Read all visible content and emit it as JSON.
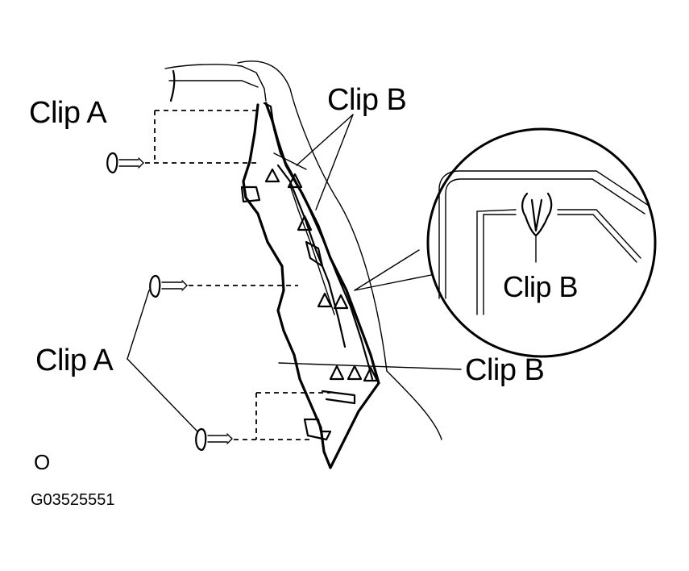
{
  "labels": {
    "clip_a_top": "Clip A",
    "clip_b_top": "Clip B",
    "clip_a_left": "Clip A",
    "clip_b_right": "Clip B",
    "clip_b_detail": "Clip B",
    "marker": "O",
    "figure_id": "G03525551"
  }
}
